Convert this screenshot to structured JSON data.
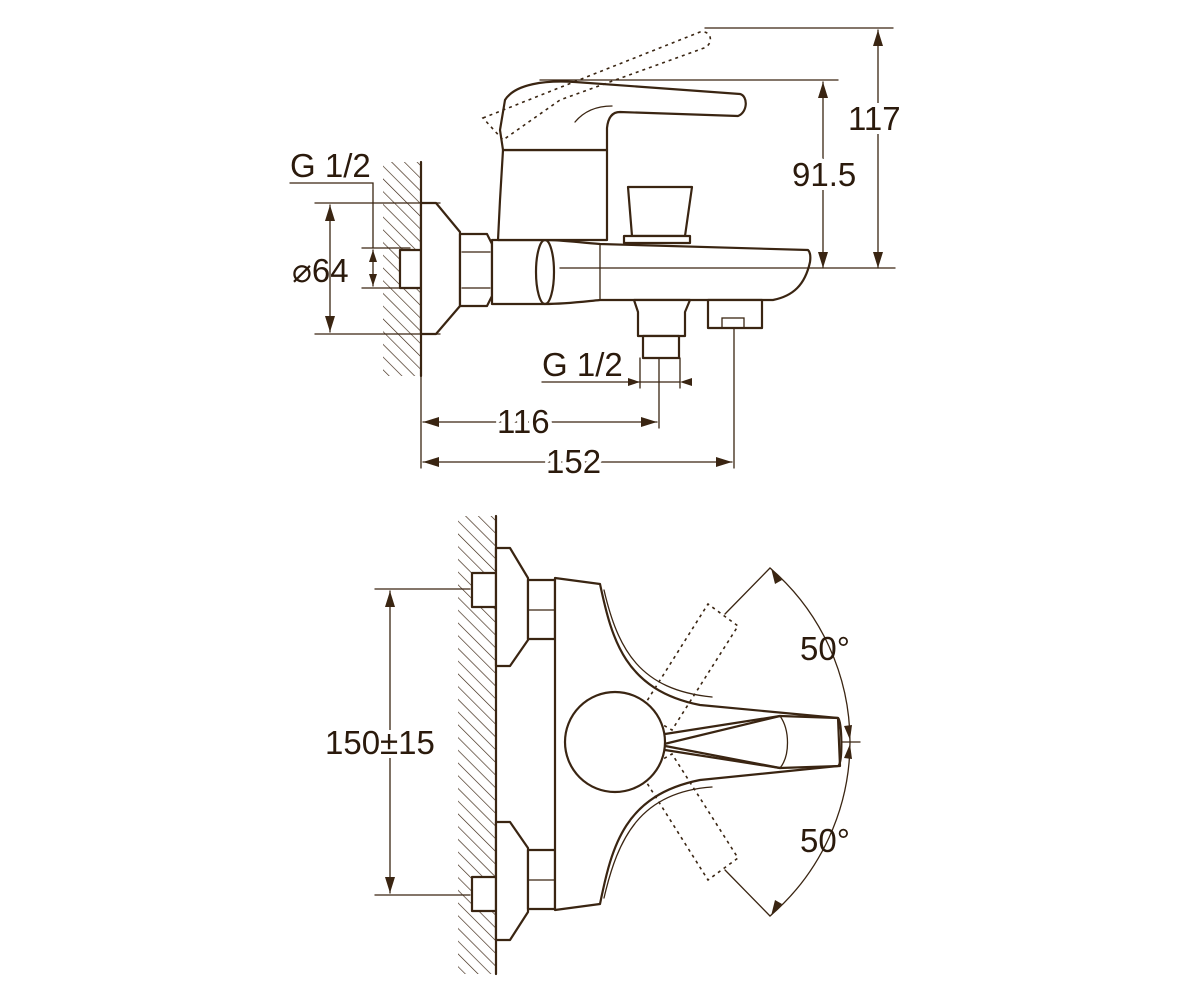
{
  "side_view": {
    "label_inlet_thread": "G 1/2",
    "label_diameter": "⌀64",
    "label_outlet_thread": "G 1/2",
    "dim_outlet_offset": "116",
    "dim_spout_reach": "152",
    "dim_spout_height": "91.5",
    "dim_total_height": "117"
  },
  "top_view": {
    "dim_center_distance": "150±15",
    "angle_upper": "50°",
    "angle_lower": "50°"
  },
  "icons": {
    "wall": "wall-hatch-icon",
    "mixer_side": "faucet-side-view-icon",
    "mixer_top": "faucet-top-view-icon"
  },
  "colors": {
    "line": "#3a2512",
    "text": "#2b1a0c",
    "background": "#ffffff"
  }
}
